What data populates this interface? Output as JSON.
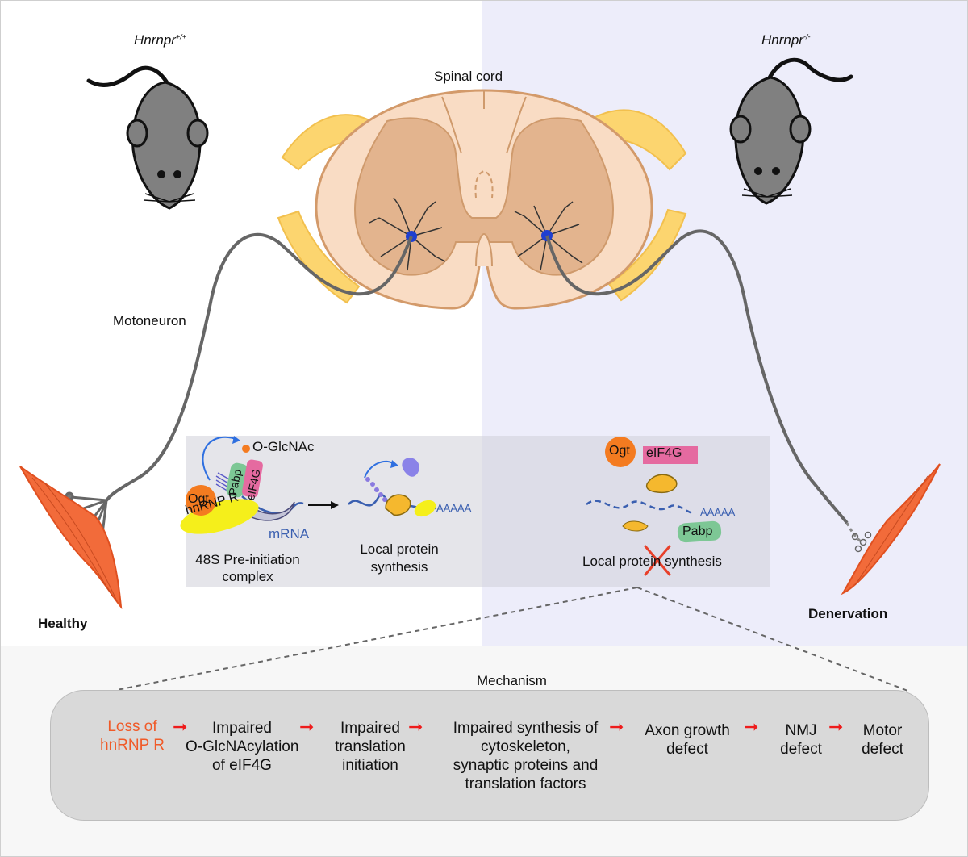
{
  "labels": {
    "wt_genotype_base": "Hnrnpr",
    "wt_genotype_sup": "+/+",
    "ko_genotype_base": "Hnrnpr",
    "ko_genotype_sup": "-/-",
    "spinal_cord": "Spinal cord",
    "motoneuron": "Motoneuron",
    "healthy": "Healthy",
    "denervation": "Denervation",
    "mechanism": "Mechanism"
  },
  "left_panel": {
    "o_glcnac": "O-GlcNAc",
    "ogt": "Ogt",
    "pabp": "Pabp",
    "eif4g": "eIF4G",
    "hnrnpr": "hnRNP R",
    "mrna": "mRNA",
    "complex_line1": "48S Pre-initiation",
    "complex_line2": "complex",
    "polya": "AAAAA",
    "lps_line1": "Local protein",
    "lps_line2": "synthesis"
  },
  "right_panel": {
    "ogt": "Ogt",
    "eif4g": "eIF4G",
    "polya": "AAAAA",
    "pabp": "Pabp",
    "lps": "Local protein synthesis"
  },
  "mechanism_steps": [
    {
      "l1": "Loss of",
      "l2": "hnRNP R",
      "l3": "",
      "l4": ""
    },
    {
      "l1": "Impaired",
      "l2": "O-GlcNAcylation",
      "l3": "of eIF4G",
      "l4": ""
    },
    {
      "l1": "Impaired",
      "l2": "translation",
      "l3": "initiation",
      "l4": ""
    },
    {
      "l1": "Impaired synthesis of",
      "l2": "cytoskeleton,",
      "l3": "synaptic proteins and",
      "l4": "translation factors"
    },
    {
      "l1": "Axon growth",
      "l2": "defect",
      "l3": "",
      "l4": ""
    },
    {
      "l1": "NMJ",
      "l2": "defect",
      "l3": "",
      "l4": ""
    },
    {
      "l1": "Motor",
      "l2": "defect",
      "l3": "",
      "l4": ""
    }
  ],
  "colors": {
    "ko_background": "#ededfa",
    "mechanism_background": "#f7f7f7",
    "mouse": "#808080",
    "spinal_cord_white": "#f9dcc4",
    "spinal_cord_grey": "#e3b48e",
    "dorsal_root": "#fcd56f",
    "muscle": "#f26b3a",
    "ogt": "#f47b20",
    "hnrnpr": "#f5ef1b",
    "pabp": "#7dc795",
    "eif4g": "#e56aa0",
    "mrna": "#3a5fb0",
    "ribosome": "#f5b82e",
    "loss_text": "#f05a28",
    "cross": "#e8402a",
    "arrow": "#ee1c1c"
  }
}
